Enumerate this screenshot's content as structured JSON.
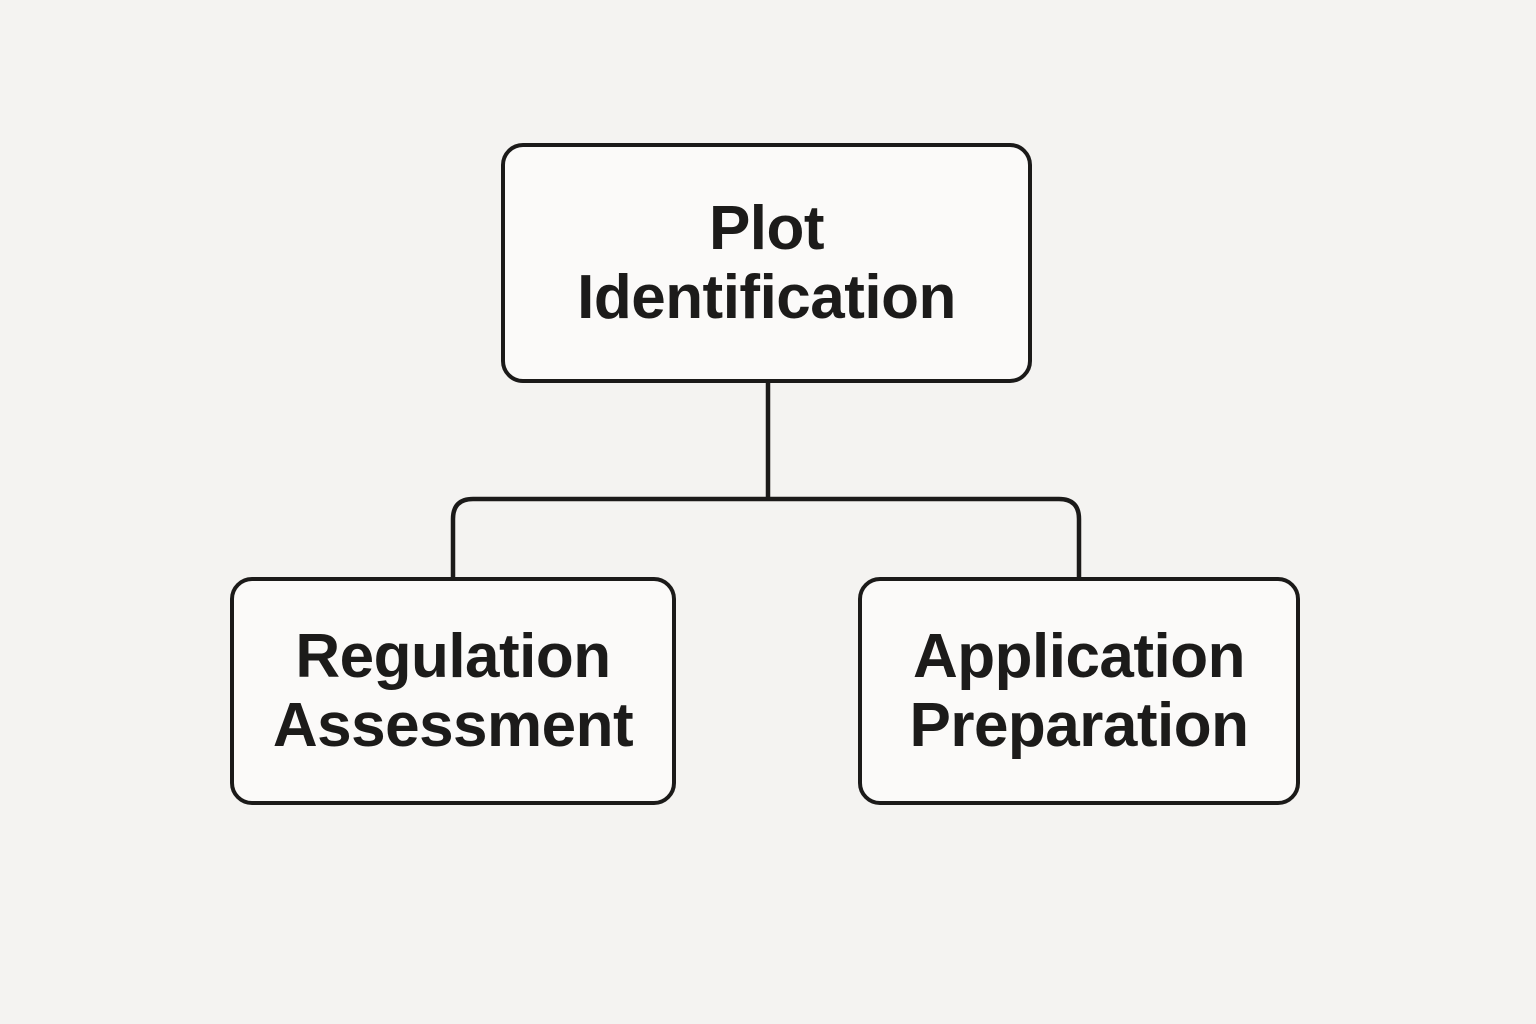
{
  "diagram": {
    "type": "flowchart",
    "background_color": "#f4f3f1",
    "node_fill_color": "#fbfaf9",
    "node_border_color": "#1b1a19",
    "line_color": "#1b1a19",
    "text_color": "#1c1b1a",
    "nodes": {
      "root": {
        "label": "Plot Identification",
        "lines": [
          "Plot",
          "Identification"
        ]
      },
      "left": {
        "label": "Regulation Assessment",
        "lines": [
          "Regulation",
          "Assessment"
        ]
      },
      "right": {
        "label": "Application Preparation",
        "lines": [
          "Application",
          "Preparation"
        ]
      }
    },
    "edges": [
      {
        "from": "Plot Identification",
        "to": "Regulation Assessment"
      },
      {
        "from": "Plot Identification",
        "to": "Application Preparation"
      }
    ]
  }
}
